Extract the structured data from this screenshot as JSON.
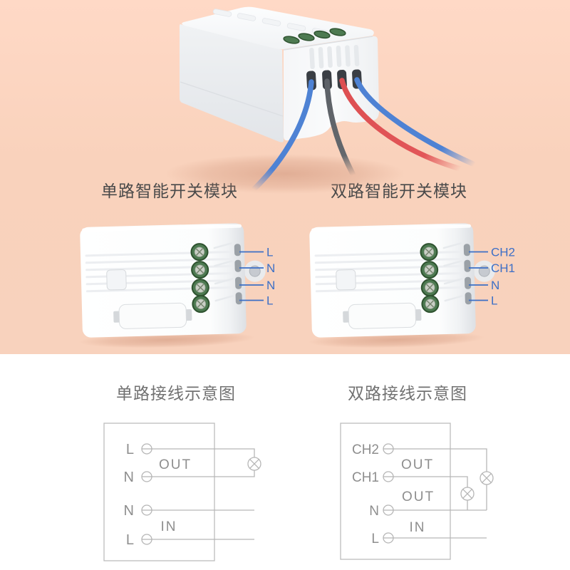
{
  "page": {
    "background_top": "#f9d3bd",
    "background_bottom": "#ffffff"
  },
  "colors": {
    "terminal_label_blue": "#3c6fc6",
    "caption_dark": "#4a4a4a",
    "heading_gray": "#717171",
    "diagram_text_gray": "#8e8e8e",
    "diagram_line_gray": "#b6b6b6",
    "wire_blue": "#4e82d4",
    "wire_gray": "#63676c",
    "wire_red": "#e25658",
    "terminal_green": "#4d7a51"
  },
  "modules": {
    "single": {
      "caption": "单路智能开关模块",
      "terminals": [
        "L",
        "N",
        "N",
        "L"
      ]
    },
    "dual": {
      "caption": "双路智能开关模块",
      "terminals": [
        "CH2",
        "CH1",
        "N",
        "L"
      ]
    }
  },
  "diagrams": {
    "single": {
      "title": "单路接线示意图",
      "terminals": [
        "L",
        "N",
        "N",
        "L"
      ],
      "out_label": "OUT",
      "in_label": "IN"
    },
    "dual": {
      "title": "双路接线示意图",
      "terminals": [
        "CH2",
        "CH1",
        "N",
        "L"
      ],
      "out_label_ch2": "OUT",
      "out_label_ch1": "OUT",
      "in_label": "IN"
    }
  }
}
